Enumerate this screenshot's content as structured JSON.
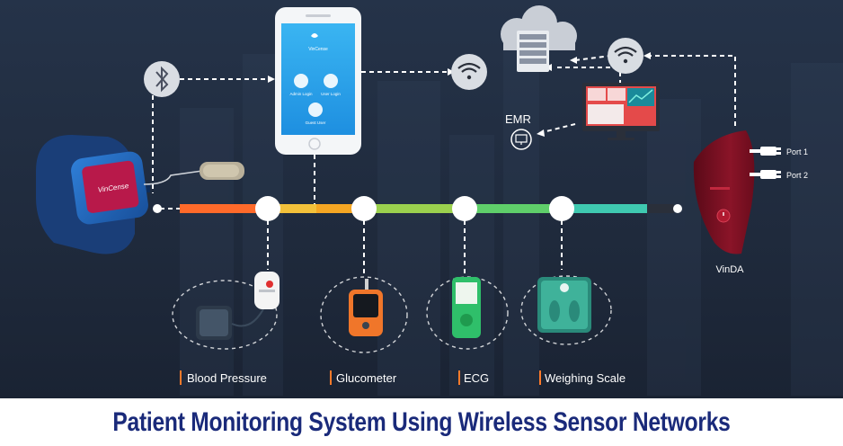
{
  "title": "Patient Monitoring System Using Wireless Sensor Networks",
  "watch": {
    "logo_text": "VinCense"
  },
  "hub": {
    "name": "VinDA",
    "ports": [
      "Port 1",
      "Port 2"
    ]
  },
  "emr_label": "EMR",
  "sensors": [
    {
      "label": "Blood Pressure"
    },
    {
      "label": "Glucometer"
    },
    {
      "label": "ECG"
    },
    {
      "label": "Weighing Scale"
    }
  ],
  "phone_app": {
    "brand": "VinCense",
    "buttons": [
      "Admin Login",
      "User Login",
      "Guest User"
    ]
  },
  "colors": {
    "background": "#1f2a3c",
    "title": "#1a2a7a",
    "label_accent": "#ff7a2a",
    "bus_segments": [
      "#ff6a2a",
      "#f5a623",
      "#f2d44a",
      "#9bd14e",
      "#5fcf6a",
      "#3fc9b0"
    ],
    "hub": "#7a0f22"
  },
  "icons": [
    "bluetooth-icon",
    "wifi-icon",
    "cloud-icon",
    "server-icon",
    "monitor-icon",
    "emr-icon",
    "power-icon"
  ]
}
